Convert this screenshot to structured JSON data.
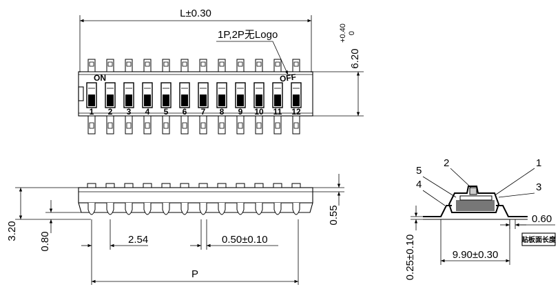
{
  "top_view": {
    "length_dim": "L±0.30",
    "logo_note": "1P,2P无Logo",
    "height_dim": "6.20",
    "height_tol_upper": "+0.40",
    "height_tol_lower": "0",
    "on_label": "ON",
    "off_label": "OFF",
    "positions": [
      "1",
      "2",
      "3",
      "4",
      "5",
      "6",
      "7",
      "8",
      "9",
      "10",
      "11",
      "12"
    ]
  },
  "side_view": {
    "pitch_dim": "2.54",
    "lead_width_dim": "0.50±0.10",
    "overall_dim": "P",
    "height_dim": "3.20",
    "standoff_dim": "0.80",
    "top_dim": "0.55"
  },
  "section_view": {
    "callouts": [
      "1",
      "2",
      "3",
      "4",
      "5"
    ],
    "lead_thickness_dim": "0.25±0.10",
    "span_dim": "9.90±0.30",
    "lead_dim": "0.60",
    "note_box": "贴板面长度"
  }
}
